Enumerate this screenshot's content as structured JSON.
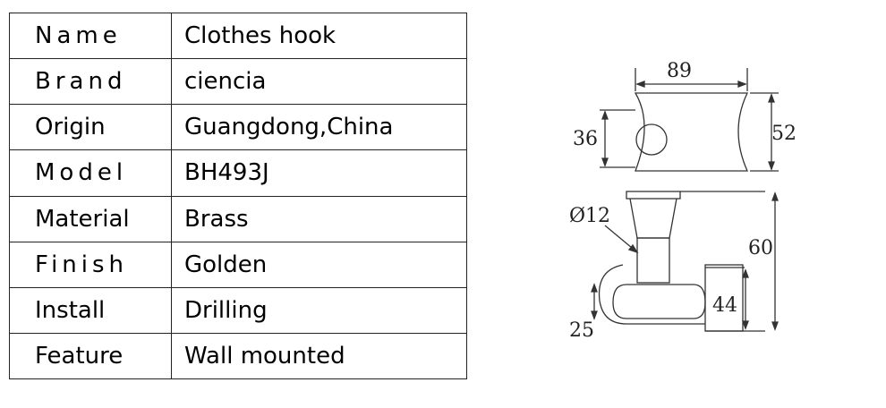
{
  "specs": [
    {
      "label": "Name",
      "value": "Clothes hook"
    },
    {
      "label": "Brand",
      "value": "ciencia"
    },
    {
      "label": "Origin",
      "value": "Guangdong,China"
    },
    {
      "label": "Model",
      "value": "BH493J"
    },
    {
      "label": "Material",
      "value": "Brass"
    },
    {
      "label": "Finish",
      "value": "Golden"
    },
    {
      "label": "Install",
      "value": "Drilling"
    },
    {
      "label": "Feature",
      "value": "Wall mounted"
    }
  ],
  "drawing": {
    "dim_width": "89",
    "dim_left_height": "36",
    "dim_right_height": "52",
    "dim_diameter": "Ø12",
    "dim_depth": "60",
    "dim_hook_height": "44",
    "dim_hook_offset": "25"
  }
}
